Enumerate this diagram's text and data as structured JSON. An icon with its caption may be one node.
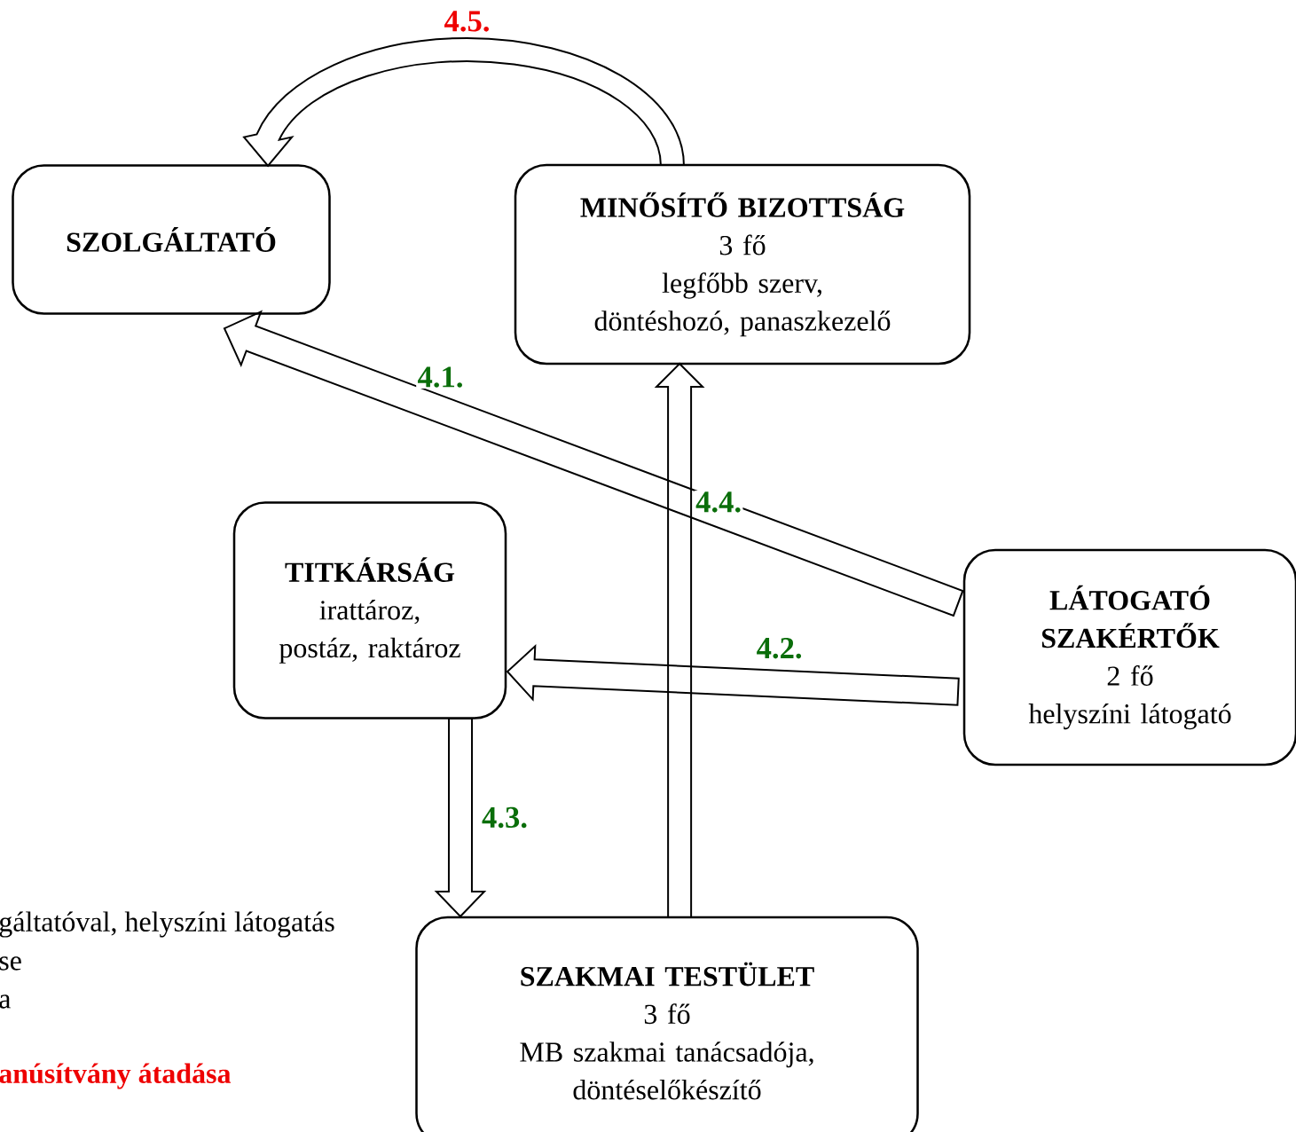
{
  "diagram": {
    "nodes": [
      {
        "text": [
          "SZOLGÁLTATÓ"
        ]
      },
      {
        "text": [
          "MINŐSÍTŐ BIZOTTSÁG",
          "3 fő",
          "legfőbb szerv, döntéshozó, panaszkezelő"
        ]
      },
      {
        "text": [
          "TITKÁRSÁG",
          "irattároz, postáz, raktároz"
        ]
      },
      {
        "text": [
          "LÁTOGATÓ SZAKÉRTŐK",
          "2 fő",
          "helyszíni látogató"
        ]
      },
      {
        "text": [
          "SZAKMAI TESTÜLET",
          "3 fő",
          "MB szakmai tanácsadója, döntéselőkészítő"
        ]
      }
    ],
    "edges": [
      {
        "from": 3,
        "to": 0,
        "arrow": "to",
        "label": "4.1."
      },
      {
        "from": 3,
        "to": 2,
        "arrow": "to",
        "label": "4.2."
      },
      {
        "from": 2,
        "to": 4,
        "arrow": "to",
        "label": "4.3."
      },
      {
        "from": 4,
        "to": 1,
        "arrow": "to",
        "label": "4.4."
      },
      {
        "from": 1,
        "to": 0,
        "arrow": "to",
        "label": "4.5."
      }
    ],
    "labels": [
      "gáltatóval, helyszíni látogatás",
      "se",
      "a",
      "anúsítvány átadása"
    ]
  }
}
